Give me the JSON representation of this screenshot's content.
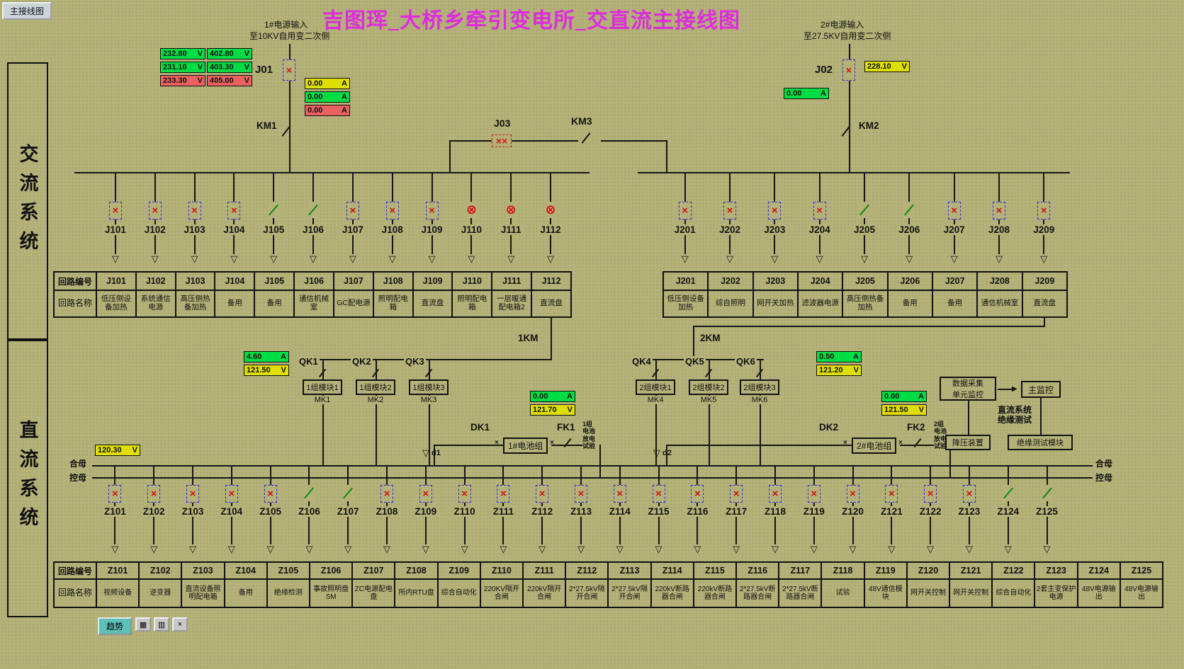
{
  "window": {
    "tab": "主接线图",
    "title": "吉图珲_大桥乡牵引变电所_交直流主接线图"
  },
  "sidebar": {
    "ac": "交流系统",
    "dc": "直流系统"
  },
  "labels": {
    "code": "回路编号",
    "name": "回路名称",
    "bus_h": "合母",
    "bus_k": "控母"
  },
  "colors": {
    "background": "#b4b179",
    "title": "#dd2cdd",
    "ok_green": "#00dd44",
    "warn_yellow": "#dede00",
    "alarm_red": "#e86060"
  },
  "ac": {
    "src1": {
      "t1": "1#电源输入",
      "t2": "至10KV自用变二次侧",
      "j": "J01",
      "km": "KM1"
    },
    "src2": {
      "t1": "2#电源输入",
      "t2": "至27.5KV自用变二次侧",
      "j": "J02",
      "km": "KM2"
    },
    "tie": {
      "j": "J03",
      "km": "KM3"
    },
    "meters_g1a": [
      {
        "v": "232.80",
        "u": "V",
        "c": "green"
      },
      {
        "v": "231.10",
        "u": "V",
        "c": "green"
      },
      {
        "v": "233.30",
        "u": "V",
        "c": "red"
      }
    ],
    "meters_g1b": [
      {
        "v": "402.80",
        "u": "V",
        "c": "green"
      },
      {
        "v": "403.30",
        "u": "V",
        "c": "green"
      },
      {
        "v": "405.00",
        "u": "V",
        "c": "red"
      }
    ],
    "meters_g2": [
      {
        "v": "0.00",
        "u": "A",
        "c": "yellow"
      },
      {
        "v": "0.00",
        "u": "A",
        "c": "green"
      },
      {
        "v": "0.00",
        "u": "A",
        "c": "red"
      }
    ],
    "meters_src2v": [
      {
        "v": "228.10",
        "u": "V",
        "c": "yellow"
      }
    ],
    "meters_src2a": [
      {
        "v": "0.00",
        "u": "A",
        "c": "green"
      }
    ],
    "left_feeders": [
      {
        "id": "J101",
        "type": "red"
      },
      {
        "id": "J102",
        "type": "red"
      },
      {
        "id": "J103",
        "type": "red"
      },
      {
        "id": "J104",
        "type": "red"
      },
      {
        "id": "J105",
        "type": "green"
      },
      {
        "id": "J106",
        "type": "green"
      },
      {
        "id": "J107",
        "type": "red"
      },
      {
        "id": "J108",
        "type": "red"
      },
      {
        "id": "J109",
        "type": "red"
      },
      {
        "id": "J110",
        "type": "circ"
      },
      {
        "id": "J111",
        "type": "circ"
      },
      {
        "id": "J112",
        "type": "circ"
      }
    ],
    "right_feeders": [
      {
        "id": "J201",
        "type": "red"
      },
      {
        "id": "J202",
        "type": "red"
      },
      {
        "id": "J203",
        "type": "red"
      },
      {
        "id": "J204",
        "type": "red"
      },
      {
        "id": "J205",
        "type": "green"
      },
      {
        "id": "J206",
        "type": "green"
      },
      {
        "id": "J207",
        "type": "red"
      },
      {
        "id": "J208",
        "type": "red"
      },
      {
        "id": "J209",
        "type": "red"
      }
    ],
    "left_table": [
      {
        "code": "J101",
        "name": "低压侧设备加热"
      },
      {
        "code": "J102",
        "name": "系统通信电源"
      },
      {
        "code": "J103",
        "name": "高压侧热备加热"
      },
      {
        "code": "J104",
        "name": "备用"
      },
      {
        "code": "J105",
        "name": "备用"
      },
      {
        "code": "J106",
        "name": "通信机械室"
      },
      {
        "code": "J107",
        "name": "GC配电源"
      },
      {
        "code": "J108",
        "name": "照明配电箱"
      },
      {
        "code": "J109",
        "name": "直流盘"
      },
      {
        "code": "J110",
        "name": "照明配电箱"
      },
      {
        "code": "J111",
        "name": "一层暖通配电箱2"
      },
      {
        "code": "J112",
        "name": "直流盘"
      }
    ],
    "right_table": [
      {
        "code": "J201",
        "name": "低压侧设备加热"
      },
      {
        "code": "J202",
        "name": "综自照明"
      },
      {
        "code": "J203",
        "name": "网开关加热"
      },
      {
        "code": "J204",
        "name": "滤波器电源"
      },
      {
        "code": "J205",
        "name": "高压侧热备加热"
      },
      {
        "code": "J206",
        "name": "备用"
      },
      {
        "code": "J207",
        "name": "备用"
      },
      {
        "code": "J208",
        "name": "通信机械室"
      },
      {
        "code": "J209",
        "name": "直流盘"
      }
    ]
  },
  "dc": {
    "km1": "1KM",
    "km2": "2KM",
    "qk": [
      {
        "label": "QK1",
        "module": "1组模块1",
        "mk": "MK1"
      },
      {
        "label": "QK2",
        "module": "1组模块2",
        "mk": "MK2"
      },
      {
        "label": "QK3",
        "module": "1组模块3",
        "mk": "MK3"
      },
      {
        "label": "QK4",
        "module": "2组模块1",
        "mk": "MK4"
      },
      {
        "label": "QK5",
        "module": "2组模块2",
        "mk": "MK5"
      },
      {
        "label": "QK6",
        "module": "2组模块3",
        "mk": "MK6"
      }
    ],
    "m_left": [
      {
        "v": "4.60",
        "u": "A",
        "c": "green"
      },
      {
        "v": "121.50",
        "u": "V",
        "c": "yellow"
      }
    ],
    "m_midl": [
      {
        "v": "0.00",
        "u": "A",
        "c": "green"
      },
      {
        "v": "121.70",
        "u": "V",
        "c": "yellow"
      }
    ],
    "m_right": [
      {
        "v": "0.50",
        "u": "A",
        "c": "green"
      },
      {
        "v": "121.20",
        "u": "V",
        "c": "yellow"
      }
    ],
    "m_midr": [
      {
        "v": "0.00",
        "u": "A",
        "c": "green"
      },
      {
        "v": "121.50",
        "u": "V",
        "c": "yellow"
      }
    ],
    "m_single": [
      {
        "v": "120.30",
        "u": "V",
        "c": "yellow"
      }
    ],
    "batt1": {
      "dk": "DK1",
      "box": "1#电池组",
      "fk": "FK1",
      "note": "1组电池放电试验"
    },
    "batt2": {
      "dk": "DK2",
      "box": "2#电池组",
      "fk": "FK2",
      "note": "2组电池放电试验"
    },
    "d1": "d1",
    "d2": "d2",
    "mon": {
      "daq": "数据采集\n单元监控",
      "main": "主监控",
      "instest": "直流系统\n绝缘测试",
      "buck": "降压装置",
      "insmod": "绝缘测试模块"
    },
    "feeders": [
      {
        "id": "Z101",
        "type": "red"
      },
      {
        "id": "Z102",
        "type": "red"
      },
      {
        "id": "Z103",
        "type": "red"
      },
      {
        "id": "Z104",
        "type": "red"
      },
      {
        "id": "Z105",
        "type": "red"
      },
      {
        "id": "Z106",
        "type": "green"
      },
      {
        "id": "Z107",
        "type": "green"
      },
      {
        "id": "Z108",
        "type": "red"
      },
      {
        "id": "Z109",
        "type": "red"
      },
      {
        "id": "Z110",
        "type": "red"
      },
      {
        "id": "Z111",
        "type": "red"
      },
      {
        "id": "Z112",
        "type": "red"
      },
      {
        "id": "Z113",
        "type": "red"
      },
      {
        "id": "Z114",
        "type": "red"
      },
      {
        "id": "Z115",
        "type": "red"
      },
      {
        "id": "Z116",
        "type": "red"
      },
      {
        "id": "Z117",
        "type": "red"
      },
      {
        "id": "Z118",
        "type": "red"
      },
      {
        "id": "Z119",
        "type": "red"
      },
      {
        "id": "Z120",
        "type": "red"
      },
      {
        "id": "Z121",
        "type": "red"
      },
      {
        "id": "Z122",
        "type": "red"
      },
      {
        "id": "Z123",
        "type": "red"
      },
      {
        "id": "Z124",
        "type": "green"
      },
      {
        "id": "Z125",
        "type": "green"
      }
    ],
    "table": [
      {
        "code": "Z101",
        "name": "视频设备"
      },
      {
        "code": "Z102",
        "name": "逆变器"
      },
      {
        "code": "Z103",
        "name": "直流设备照明配电箱"
      },
      {
        "code": "Z104",
        "name": "备用"
      },
      {
        "code": "Z105",
        "name": "绝缘检测"
      },
      {
        "code": "Z106",
        "name": "事故照明盘SM"
      },
      {
        "code": "Z107",
        "name": "ZC电源配电盘"
      },
      {
        "code": "Z108",
        "name": "所内RTU盘"
      },
      {
        "code": "Z109",
        "name": "综合自动化"
      },
      {
        "code": "Z110",
        "name": "220KV隔开合闸"
      },
      {
        "code": "Z111",
        "name": "220kV隔开合闸"
      },
      {
        "code": "Z112",
        "name": "2*27.5kV隔开合闸"
      },
      {
        "code": "Z113",
        "name": "2*27.5kV隔开合闸"
      },
      {
        "code": "Z114",
        "name": "220kV断路器合闸"
      },
      {
        "code": "Z115",
        "name": "220kV断路器合闸"
      },
      {
        "code": "Z116",
        "name": "2*27.5kV断路器合闸"
      },
      {
        "code": "Z117",
        "name": "2*27.5kV断路器合闸"
      },
      {
        "code": "Z118",
        "name": "试验"
      },
      {
        "code": "Z119",
        "name": "48V通信模块"
      },
      {
        "code": "Z120",
        "name": "网开关控制"
      },
      {
        "code": "Z121",
        "name": "网开关控制"
      },
      {
        "code": "Z122",
        "name": "综合自动化"
      },
      {
        "code": "Z123",
        "name": "2套主变保护电源"
      },
      {
        "code": "Z124",
        "name": "48V电源输出"
      },
      {
        "code": "Z125",
        "name": "48V电源输出"
      }
    ]
  },
  "taskbar": {
    "trend": "趋势",
    "icons": [
      {
        "name": "grid-icon",
        "glyph": "▦"
      },
      {
        "name": "panel-icon",
        "glyph": "▥"
      },
      {
        "name": "close-icon",
        "glyph": "×"
      }
    ]
  }
}
